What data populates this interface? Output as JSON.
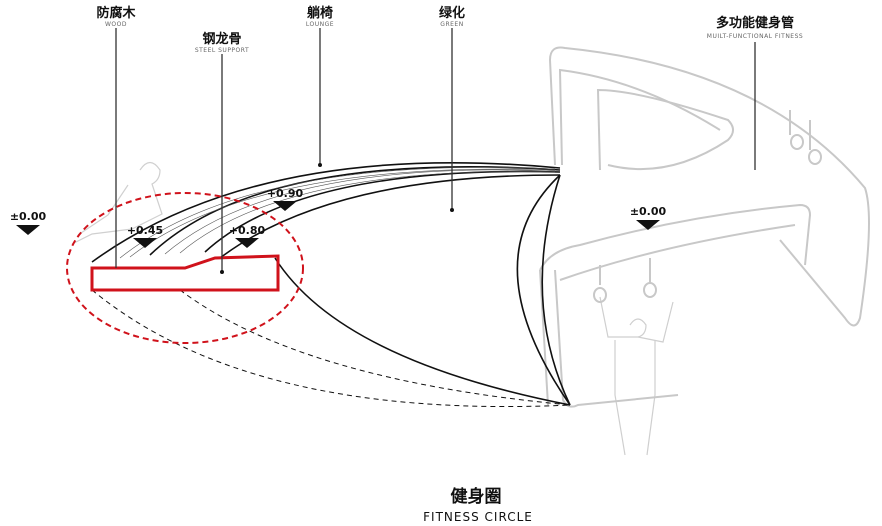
{
  "labels": [
    {
      "zh": "防腐木",
      "en": "WOOD"
    },
    {
      "zh": "钢龙骨",
      "en": "STEEL SUPPORT"
    },
    {
      "zh": "躺椅",
      "en": "LOUNGE"
    },
    {
      "zh": "绿化",
      "en": "GREEN"
    },
    {
      "zh": "多功能健身管",
      "en": "MUILT-FUNCTIONAL FITNESS"
    }
  ],
  "elevations": [
    "±0.00",
    "+0.45",
    "+0.90",
    "+0.80",
    "±0.00"
  ],
  "title": {
    "zh": "健身圈",
    "en": "FITNESS CIRCLE"
  },
  "colors": {
    "highlight": "#d0121b",
    "line": "#111111",
    "ghost": "#cfcfcf"
  }
}
